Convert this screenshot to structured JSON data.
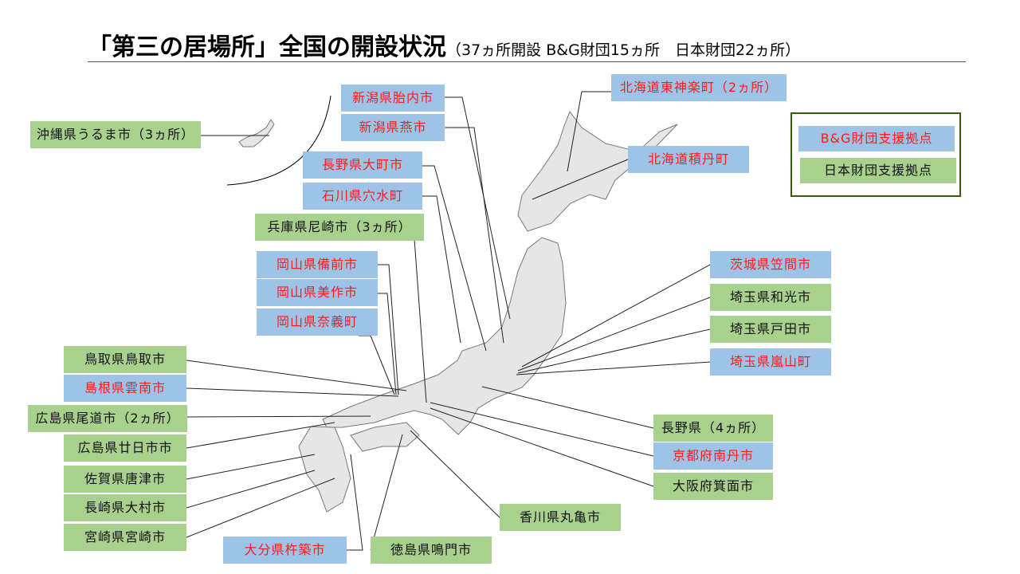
{
  "title": "「第三の居場所」全国の開設状況",
  "subtitle": "（37ヵ所開設 B&G財団15ヵ所　日本財団22ヵ所）",
  "legend": {
    "bg": "B&G財団支援拠点",
    "nippon": "日本財団支援拠点"
  },
  "colors": {
    "bg_fill": "#9dc3e6",
    "bg_text": "#ff1a1a",
    "nippon_fill": "#a9d18e",
    "nippon_text": "#111111"
  },
  "labels": [
    {
      "text": "新潟県胎内市",
      "type": "bg"
    },
    {
      "text": "新潟県燕市",
      "type": "bg"
    },
    {
      "text": "北海道東神楽町（2ヵ所）",
      "type": "bg"
    },
    {
      "text": "北海道積丹町",
      "type": "bg"
    },
    {
      "text": "長野県大町市",
      "type": "bg"
    },
    {
      "text": "石川県穴水町",
      "type": "bg"
    },
    {
      "text": "岡山県備前市",
      "type": "bg"
    },
    {
      "text": "岡山県美作市",
      "type": "bg"
    },
    {
      "text": "岡山県奈義町",
      "type": "bg"
    },
    {
      "text": "島根県雲南市",
      "type": "bg"
    },
    {
      "text": "茨城県笠間市",
      "type": "bg"
    },
    {
      "text": "埼玉県嵐山町",
      "type": "bg"
    },
    {
      "text": "京都府南丹市",
      "type": "bg"
    },
    {
      "text": "大分県杵築市",
      "type": "bg"
    },
    {
      "text": "沖縄県うるま市（3ヵ所）",
      "type": "nippon"
    },
    {
      "text": "兵庫県尼崎市（3ヵ所）",
      "type": "nippon"
    },
    {
      "text": "鳥取県鳥取市",
      "type": "nippon"
    },
    {
      "text": "広島県尾道市（2ヵ所）",
      "type": "nippon"
    },
    {
      "text": "広島県廿日市市",
      "type": "nippon"
    },
    {
      "text": "佐賀県唐津市",
      "type": "nippon"
    },
    {
      "text": "長崎県大村市",
      "type": "nippon"
    },
    {
      "text": "宮崎県宮崎市",
      "type": "nippon"
    },
    {
      "text": "埼玉県和光市",
      "type": "nippon"
    },
    {
      "text": "埼玉県戸田市",
      "type": "nippon"
    },
    {
      "text": "長野県（4ヵ所）",
      "type": "nippon"
    },
    {
      "text": "大阪府箕面市",
      "type": "nippon"
    },
    {
      "text": "香川県丸亀市",
      "type": "nippon"
    },
    {
      "text": "徳島県鳴門市",
      "type": "nippon"
    }
  ]
}
